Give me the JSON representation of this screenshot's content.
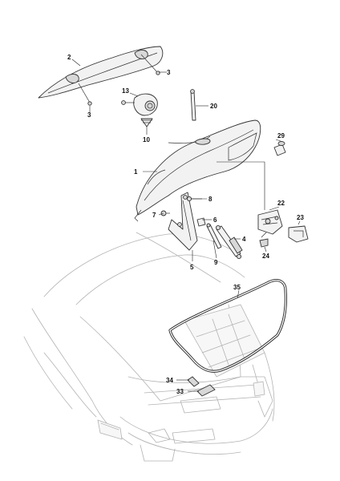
{
  "diagram": {
    "callouts": [
      {
        "id": "c2",
        "text": "2"
      },
      {
        "id": "c3a",
        "text": "3"
      },
      {
        "id": "c3b",
        "text": "3"
      },
      {
        "id": "c13",
        "text": "13"
      },
      {
        "id": "c10",
        "text": "10"
      },
      {
        "id": "c20",
        "text": "20"
      },
      {
        "id": "c29",
        "text": "29"
      },
      {
        "id": "c1",
        "text": "1"
      },
      {
        "id": "c8",
        "text": "8"
      },
      {
        "id": "c7",
        "text": "7"
      },
      {
        "id": "c6",
        "text": "6"
      },
      {
        "id": "c4",
        "text": "4"
      },
      {
        "id": "c5",
        "text": "5"
      },
      {
        "id": "c9",
        "text": "9"
      },
      {
        "id": "c22",
        "text": "22"
      },
      {
        "id": "c23",
        "text": "23"
      },
      {
        "id": "c24",
        "text": "24"
      },
      {
        "id": "c35",
        "text": "35"
      },
      {
        "id": "c34",
        "text": "34"
      },
      {
        "id": "c33",
        "text": "33"
      }
    ]
  }
}
